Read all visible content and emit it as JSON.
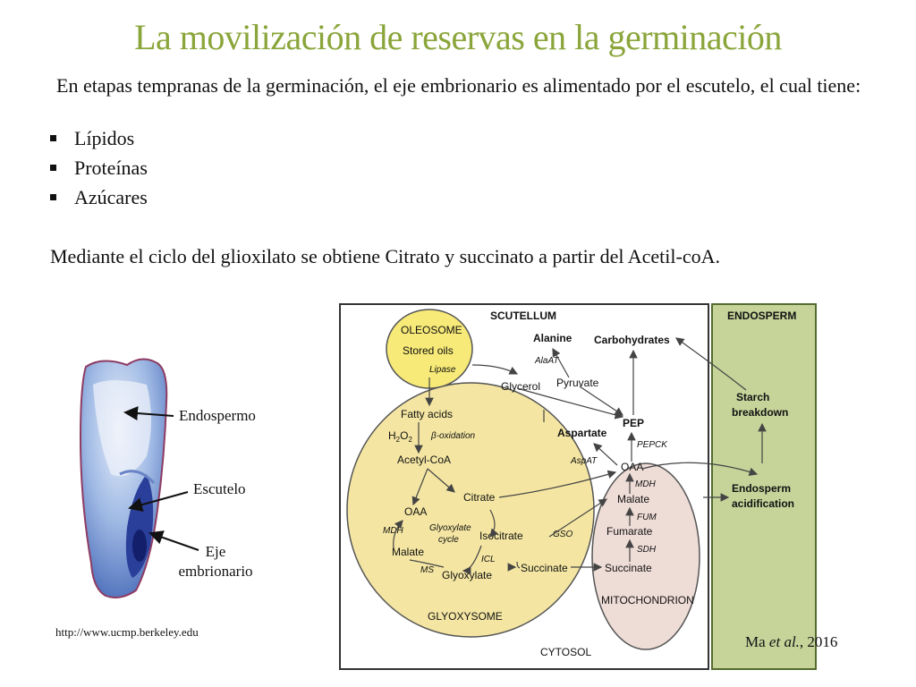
{
  "slide": {
    "title": "La movilización de reservas en la germinación",
    "intro": "En etapas tempranas de la germinación, el eje embrionario es alimentado por el escutelo, el cual tiene:",
    "bullets": [
      "Lípidos",
      "Proteínas",
      "Azúcares"
    ],
    "paragraph": "Mediante el ciclo del glioxilato se obtiene Citrato y succinato a partir del Acetil-coA."
  },
  "seed_figure": {
    "labels": {
      "endosperm": "Endospermo",
      "scutellum": "Escutelo",
      "axis_line1": "Eje",
      "axis_line2": "embrionario"
    },
    "source": "http://www.ucmp.berkeley.edu"
  },
  "citation": {
    "author": "Ma",
    "etal": "et al.",
    "year": ", 2016"
  },
  "diagram": {
    "regions": {
      "scutellum": "SCUTELLUM",
      "endosperm": "ENDOSPERM",
      "oleosome": "OLEOSOME",
      "glyoxysome": "GLYOXYSOME",
      "mitochondrion": "MITOCHONDRION",
      "cytosol": "CYTOSOL"
    },
    "nodes": {
      "stored_oils": "Stored oils",
      "lipase": "Lipase",
      "alanine": "Alanine",
      "carbohydrates": "Carbohydrates",
      "alaat": "AlaAT",
      "glycerol": "Glycerol",
      "pyruvate": "Pyruvate",
      "starch1": "Starch",
      "starch2": "breakdown",
      "fatty_acids": "Fatty acids",
      "h2o2_h": "H",
      "h2o2_2a": "2",
      "h2o2_o": "O",
      "h2o2_2b": "2",
      "beta_ox": "β-oxidation",
      "pep": "PEP",
      "aspartate": "Aspartate",
      "pepck": "PEPCK",
      "aspat": "AspAT",
      "acetyl_coa": "Acetyl-CoA",
      "oaa_cyt": "OAA",
      "mdh_mito": "MDH",
      "citrate": "Citrate",
      "endo_acid1": "Endosperm",
      "endo_acid2": "acidification",
      "malate_mito": "Malate",
      "oaa_gly": "OAA",
      "fum": "FUM",
      "glyox1": "Glyoxylate",
      "glyox2": "cycle",
      "mdh_gly": "MDH",
      "isocitrate": "Isocitrate",
      "gso": "GSO",
      "fumarate": "Fumarate",
      "malate_gly": "Malate",
      "sdh": "SDH",
      "icl": "ICL",
      "ms": "MS",
      "succinate_cyt": "Succinate",
      "succinate_mito": "Succinate",
      "glyoxylate": "Glyoxylate"
    }
  },
  "colors": {
    "title": "#8aa53a",
    "scutellum_bg": "#ffffff",
    "endosperm_bg": "#c6d49a",
    "oleosome": "#f7ea78",
    "glyoxysome": "#f4e6a2",
    "mitochondrion": "#eedcd6",
    "seed_blue": "#5a7fc8"
  }
}
